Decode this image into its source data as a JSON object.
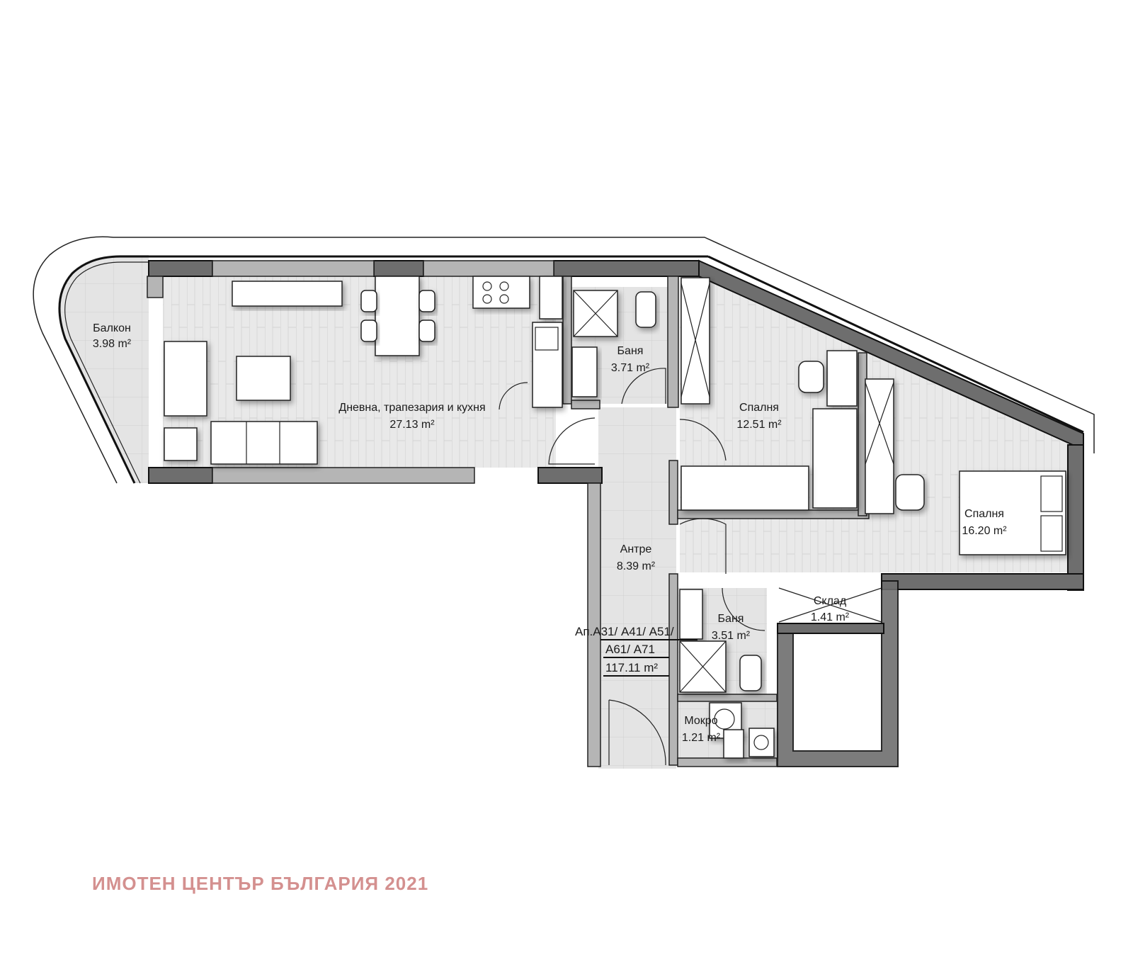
{
  "plan": {
    "apartment": {
      "line1": "Ап.А31/ А41/ А51/",
      "line2": "А61/ А71",
      "total_area": "117.11 m²"
    },
    "rooms": [
      {
        "id": "balcony",
        "name": "Балкон",
        "area": "3.98 m²"
      },
      {
        "id": "living",
        "name": "Дневна, трапезария и кухня",
        "area": "27.13 m²"
      },
      {
        "id": "bath1",
        "name": "Баня",
        "area": "3.71 m²"
      },
      {
        "id": "bedroom1",
        "name": "Спалня",
        "area": "12.51 m²"
      },
      {
        "id": "bedroom2",
        "name": "Спалня",
        "area": "16.20 m²"
      },
      {
        "id": "hall",
        "name": "Антре",
        "area": "8.39 m²"
      },
      {
        "id": "storage",
        "name": "Склад",
        "area": "1.41 m²"
      },
      {
        "id": "bath2",
        "name": "Баня",
        "area": "3.51 m²"
      },
      {
        "id": "laundry",
        "name": "Мокро",
        "area": "1.21 m²"
      }
    ]
  },
  "footer": {
    "watermark": "ИМОТЕН ЦЕНТЪР БЪЛГАРИЯ 2021",
    "watermark_color": "#d4908f"
  }
}
